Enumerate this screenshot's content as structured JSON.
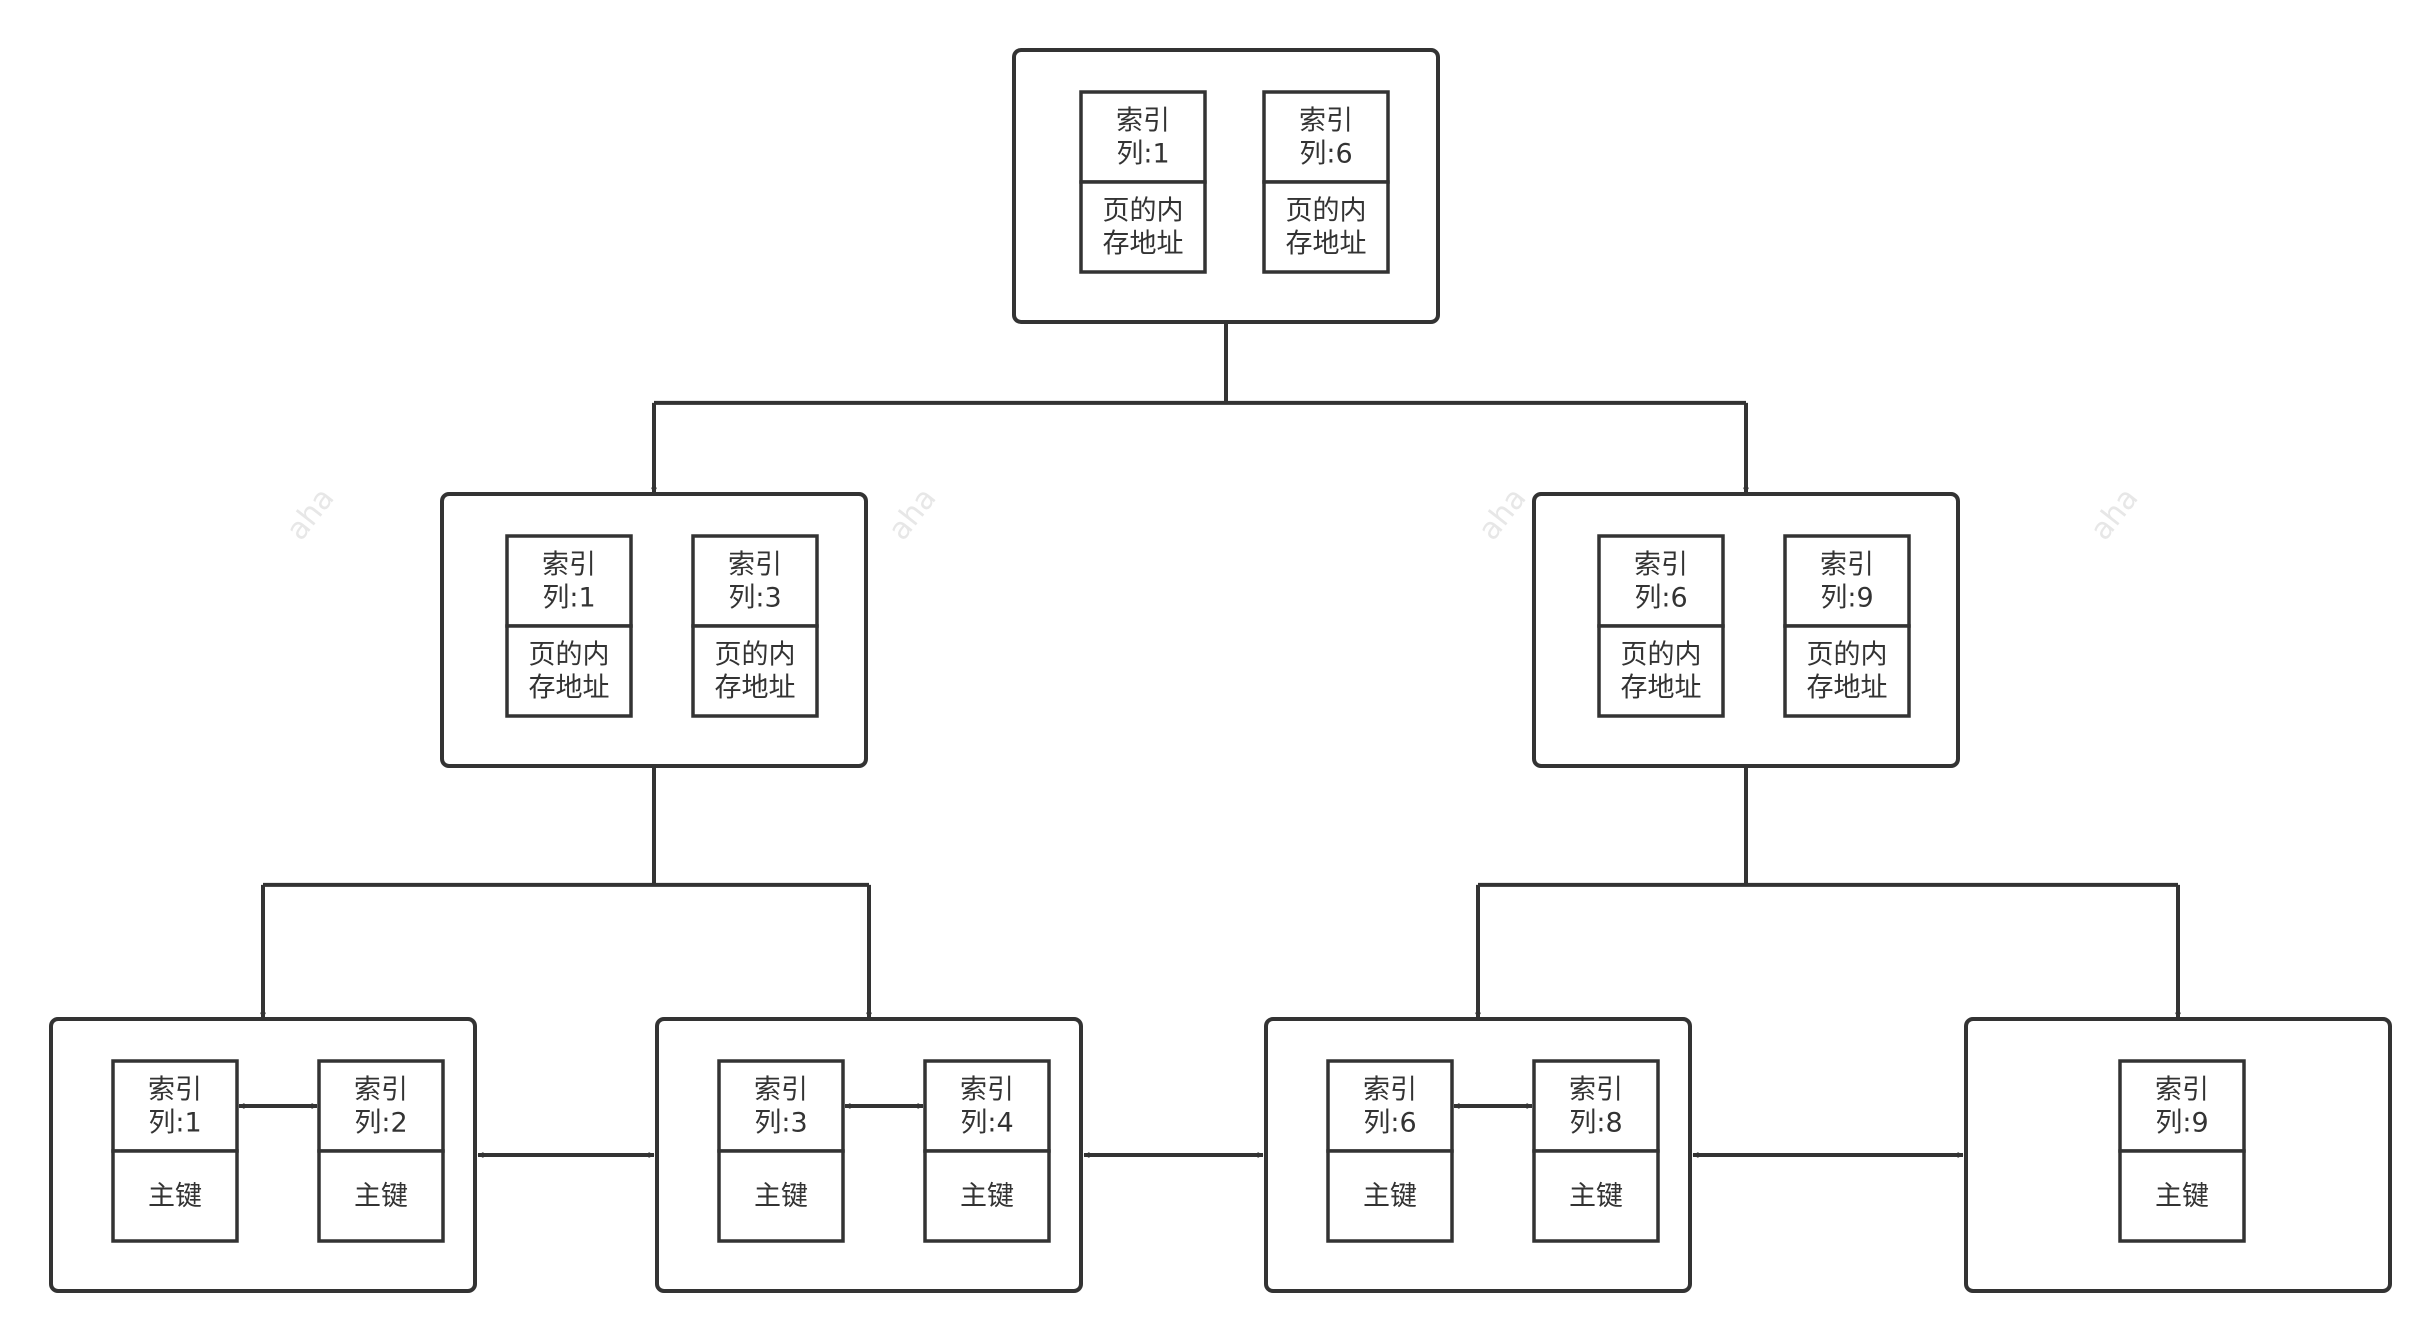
{
  "watermark": "aha",
  "colors": {
    "stroke": "#333333",
    "background": "#ffffff",
    "watermark": "#e7e7e7"
  },
  "nodes": [
    {
      "id": "root",
      "level": "root",
      "cells": [
        {
          "key": "索引\n列:1",
          "value": "页的内\n存地址"
        },
        {
          "key": "索引\n列:6",
          "value": "页的内\n存地址"
        }
      ]
    },
    {
      "id": "internal-left",
      "level": "internal",
      "cells": [
        {
          "key": "索引\n列:1",
          "value": "页的内\n存地址"
        },
        {
          "key": "索引\n列:3",
          "value": "页的内\n存地址"
        }
      ]
    },
    {
      "id": "internal-right",
      "level": "internal",
      "cells": [
        {
          "key": "索引\n列:6",
          "value": "页的内\n存地址"
        },
        {
          "key": "索引\n列:9",
          "value": "页的内\n存地址"
        }
      ]
    },
    {
      "id": "leaf-1",
      "level": "leaf",
      "cells": [
        {
          "key": "索引\n列:1",
          "value": "主键"
        },
        {
          "key": "索引\n列:2",
          "value": "主键"
        }
      ]
    },
    {
      "id": "leaf-2",
      "level": "leaf",
      "cells": [
        {
          "key": "索引\n列:3",
          "value": "主键"
        },
        {
          "key": "索引\n列:4",
          "value": "主键"
        }
      ]
    },
    {
      "id": "leaf-3",
      "level": "leaf",
      "cells": [
        {
          "key": "索引\n列:6",
          "value": "主键"
        },
        {
          "key": "索引\n列:8",
          "value": "主键"
        }
      ]
    },
    {
      "id": "leaf-4",
      "level": "leaf",
      "cells": [
        {
          "key": "索引\n列:9",
          "value": "主键"
        }
      ]
    }
  ],
  "edges": [
    {
      "from": "root",
      "to": "internal-left",
      "kind": "pointer"
    },
    {
      "from": "root",
      "to": "internal-right",
      "kind": "pointer"
    },
    {
      "from": "internal-left",
      "to": "leaf-1",
      "kind": "pointer"
    },
    {
      "from": "internal-left",
      "to": "leaf-2",
      "kind": "pointer"
    },
    {
      "from": "internal-right",
      "to": "leaf-3",
      "kind": "pointer"
    },
    {
      "from": "internal-right",
      "to": "leaf-4",
      "kind": "pointer"
    },
    {
      "from": "leaf-1",
      "to": "leaf-2",
      "kind": "sibling-link"
    },
    {
      "from": "leaf-2",
      "to": "leaf-3",
      "kind": "sibling-link"
    },
    {
      "from": "leaf-3",
      "to": "leaf-4",
      "kind": "sibling-link"
    }
  ]
}
